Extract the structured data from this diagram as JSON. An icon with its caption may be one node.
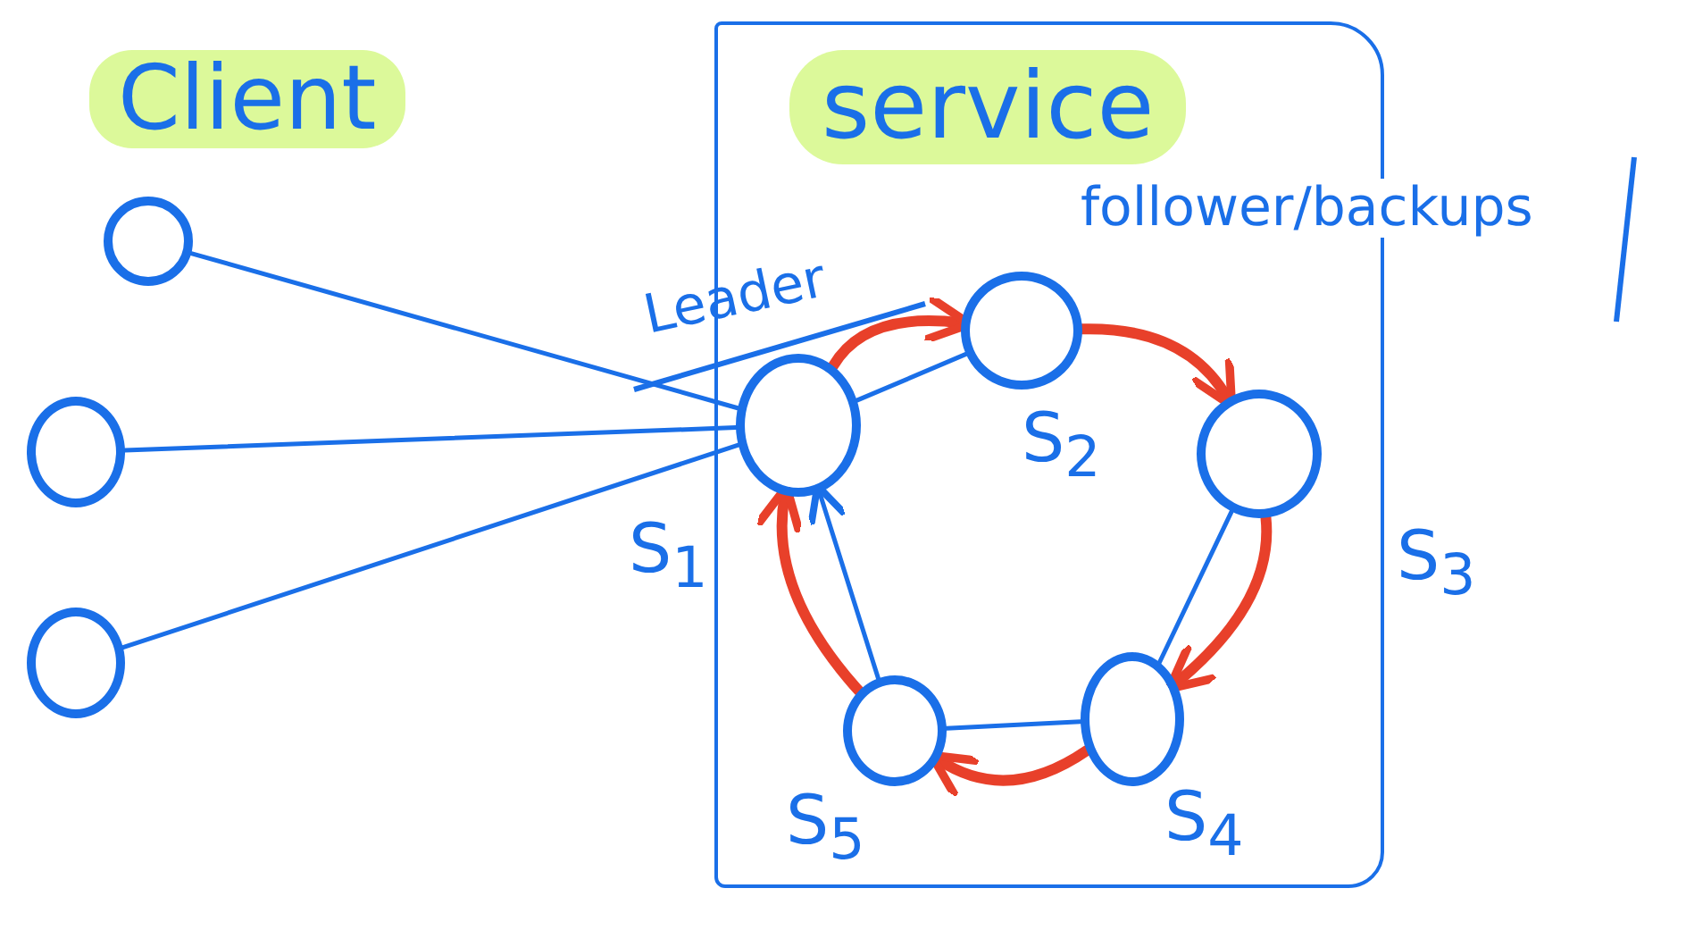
{
  "diagram": {
    "nodes": [
      {
        "text": [],
        "shape": "circle"
      },
      {
        "text": [],
        "shape": "circle"
      },
      {
        "text": [],
        "shape": "circle"
      },
      {
        "text": [
          "service"
        ]
      },
      {
        "text": [],
        "shape": "circle",
        "in": 3,
        "beside": [
          "S$_{1}$"
        ]
      },
      {
        "text": [],
        "shape": "circle",
        "in": 3,
        "beside": [
          "S$_{2}$"
        ]
      },
      {
        "text": [],
        "shape": "circle",
        "in": 3,
        "beside": [
          "S$_{3}$"
        ]
      },
      {
        "text": [],
        "shape": "circle",
        "in": 3,
        "beside": [
          "S$_{4}$"
        ]
      },
      {
        "text": [],
        "shape": "circle",
        "in": 3,
        "beside": [
          "S$_{5}$"
        ]
      }
    ],
    "edges": [
      {
        "from": 0,
        "to": 4,
        "arrow": "none"
      },
      {
        "from": 1,
        "to": 4,
        "arrow": "none"
      },
      {
        "from": 2,
        "to": 4,
        "arrow": "none"
      },
      {
        "from": 4,
        "to": 5,
        "arrow": "none"
      },
      {
        "from": 6,
        "to": 7,
        "arrow": "none"
      },
      {
        "from": 7,
        "to": 8,
        "arrow": "none"
      },
      {
        "from": 8,
        "to": 4,
        "arrow": "to"
      },
      {
        "from": 4,
        "to": 5,
        "arrow": "to",
        "style": "thick",
        "color": "#e8402a"
      },
      {
        "from": 5,
        "to": 6,
        "arrow": "to",
        "style": "thick",
        "color": "#e8402a"
      },
      {
        "from": 6,
        "to": 7,
        "arrow": "to",
        "style": "thick",
        "color": "#e8402a"
      },
      {
        "from": 7,
        "to": 8,
        "arrow": "to",
        "style": "thick",
        "color": "#e8402a"
      },
      {
        "from": 8,
        "to": 4,
        "arrow": "to",
        "style": "thick",
        "color": "#e8402a"
      }
    ],
    "labels": [
      "Client",
      "Leader",
      "follower/backups"
    ]
  }
}
